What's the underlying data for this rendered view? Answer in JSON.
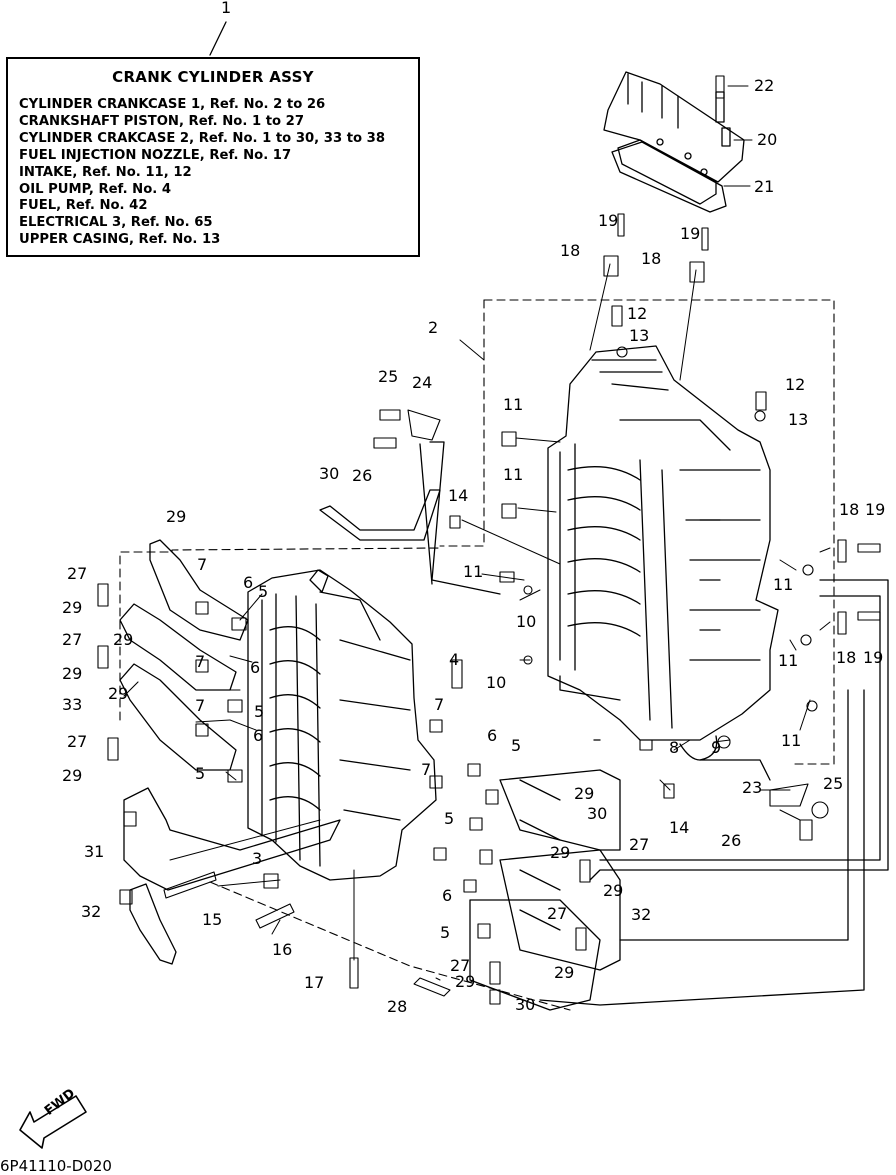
{
  "legend": {
    "title": "CRANK CYLINDER ASSY",
    "items": [
      "CYLINDER CRANKCASE 1, Ref. No. 2 to 26",
      "CRANKSHAFT PISTON, Ref. No. 1 to 27",
      "CYLINDER CRAKCASE 2, Ref. No. 1 to 30, 33 to 38",
      "FUEL INJECTION NOZZLE, Ref. No. 17",
      "INTAKE, Ref. No. 11, 12",
      "OIL PUMP, Ref. No. 4",
      "FUEL, Ref. No. 42",
      "ELECTRICAL 3, Ref. No. 65",
      "UPPER CASING, Ref. No. 13"
    ]
  },
  "callouts": [
    "1",
    "22",
    "20",
    "21",
    "19",
    "19",
    "18",
    "18",
    "12",
    "13",
    "2",
    "12",
    "13",
    "25",
    "24",
    "11",
    "26",
    "30",
    "11",
    "14",
    "29",
    "18",
    "19",
    "7",
    "6",
    "5",
    "27",
    "11",
    "29",
    "10",
    "11",
    "27",
    "29",
    "18",
    "19",
    "4",
    "29",
    "33",
    "10",
    "11",
    "7",
    "29",
    "5",
    "7",
    "6",
    "8",
    "9",
    "11",
    "6",
    "27",
    "7",
    "5",
    "29",
    "25",
    "5",
    "6",
    "23",
    "29",
    "30",
    "14",
    "31",
    "26",
    "7",
    "5",
    "27",
    "3",
    "29",
    "29",
    "15",
    "32",
    "6",
    "32",
    "27",
    "16",
    "5",
    "29",
    "27",
    "17",
    "29",
    "30",
    "28"
  ],
  "fwd_label": "FWD",
  "drawing_code": "6P41110-D020"
}
